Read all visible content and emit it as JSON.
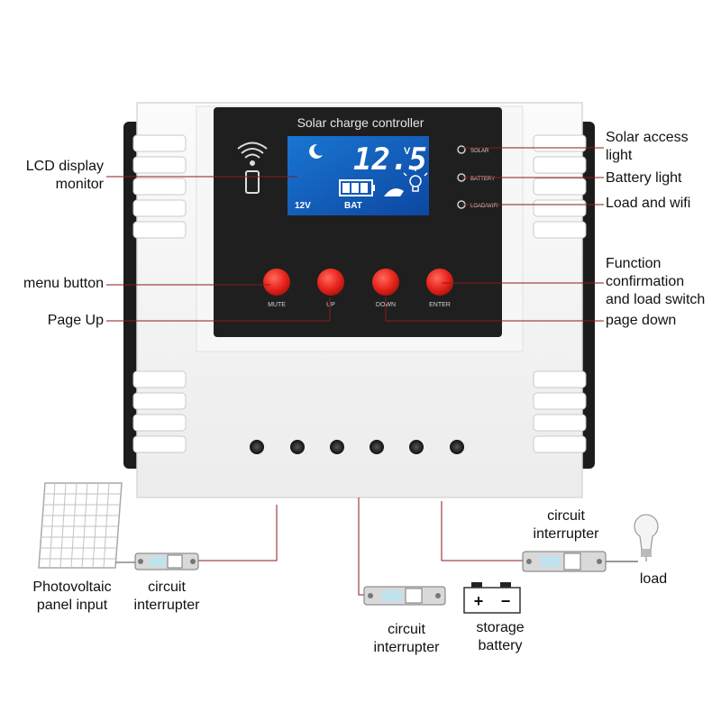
{
  "device": {
    "title": "Solar charge controller",
    "lcd": {
      "voltage": "12.5",
      "unit": "V",
      "system_voltage": "12V",
      "battery_label": "BAT"
    },
    "indicators": [
      {
        "name": "solar",
        "label": "SOLAR"
      },
      {
        "name": "battery",
        "label": "BATTERY"
      },
      {
        "name": "load-wifi",
        "label": "LOAD/WIFI"
      }
    ],
    "buttons": [
      {
        "name": "mute",
        "label": "MUTE"
      },
      {
        "name": "up",
        "label": "UP"
      },
      {
        "name": "down",
        "label": "DOWN"
      },
      {
        "name": "enter",
        "label": "ENTER"
      }
    ],
    "terminal_count": 6
  },
  "callouts": {
    "lcd_display_monitor": [
      "LCD display",
      "monitor"
    ],
    "menu_button": "menu button",
    "page_up": "Page Up",
    "solar_access_light": [
      "Solar access",
      "light"
    ],
    "battery_light": "Battery light",
    "load_and_wifi": "Load and wifi",
    "function_confirmation": [
      "Function",
      "confirmation",
      "and load switch"
    ],
    "page_down": "page down"
  },
  "wiring": {
    "pv_input": [
      "Photovoltaic",
      "panel input"
    ],
    "breaker_pv": [
      "circuit",
      "interrupter"
    ],
    "breaker_battery": [
      "circuit",
      "interrupter"
    ],
    "battery_terminals": {
      "plus": "+",
      "minus": "−"
    },
    "storage_battery": [
      "storage",
      "battery"
    ],
    "breaker_load": [
      "circuit",
      "interrupter"
    ],
    "load": "load"
  },
  "colors": {
    "leader_line": "#8b1a1a",
    "button_red": "#e8241c",
    "panel_black": "#1f1f1f",
    "lcd_blue": "#1565c0",
    "housing_white": "#f4f4f4"
  }
}
